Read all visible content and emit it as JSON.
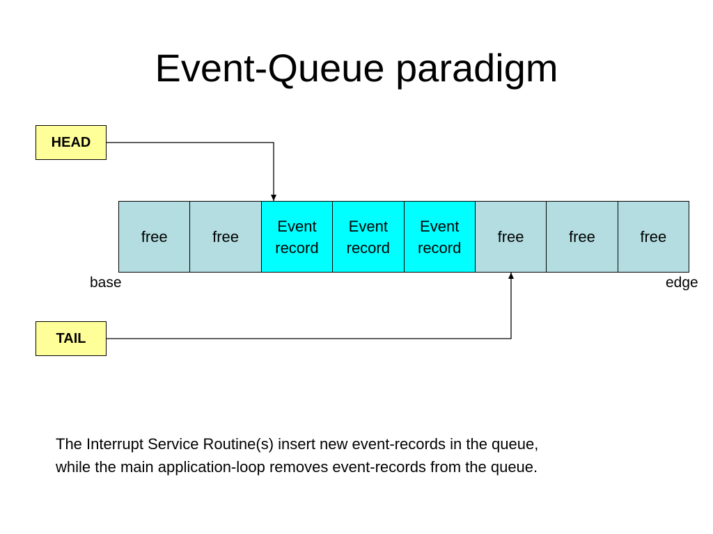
{
  "title": "Event-Queue paradigm",
  "head": {
    "label": "HEAD",
    "points_to_cell": 2
  },
  "tail": {
    "label": "TAIL",
    "points_to_cell": 5
  },
  "queue": {
    "cells": [
      {
        "label": "free",
        "kind": "free"
      },
      {
        "label": "free",
        "kind": "free"
      },
      {
        "label": "Event\nrecord",
        "kind": "event"
      },
      {
        "label": "Event\nrecord",
        "kind": "event"
      },
      {
        "label": "Event\nrecord",
        "kind": "event"
      },
      {
        "label": "free",
        "kind": "free"
      },
      {
        "label": "free",
        "kind": "free"
      },
      {
        "label": "free",
        "kind": "free"
      }
    ],
    "base_label": "base",
    "edge_label": "edge"
  },
  "caption": {
    "line1": "The Interrupt Service Routine(s) insert new event-records in the queue,",
    "line2": "while the main application-loop removes event-records from the queue."
  },
  "colors": {
    "pointer_fill": "#ffff99",
    "free_fill": "#b3dde0",
    "event_fill": "#00ffff"
  }
}
